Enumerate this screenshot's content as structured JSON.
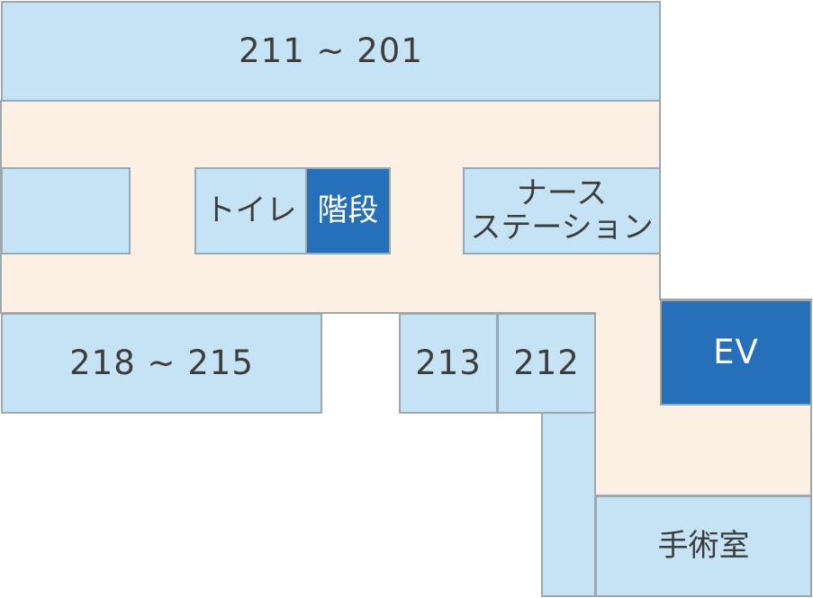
{
  "colors": {
    "corridor": "#fcf0e4",
    "room": "#c5e3f4",
    "highlight": "#2570b8",
    "wall": "#9da7ae",
    "text": "#3d3d3d"
  },
  "rooms": {
    "r211_201": "211 ~ 201",
    "left_blank": "",
    "toilet": "トイレ",
    "stairs": "階段",
    "nurse_station_line1": "ナース",
    "nurse_station_line2": "ステーション",
    "ev": "EV",
    "r218_215": "218 ~ 215",
    "r213": "213",
    "r212": "212",
    "operating_room": "手術室"
  }
}
